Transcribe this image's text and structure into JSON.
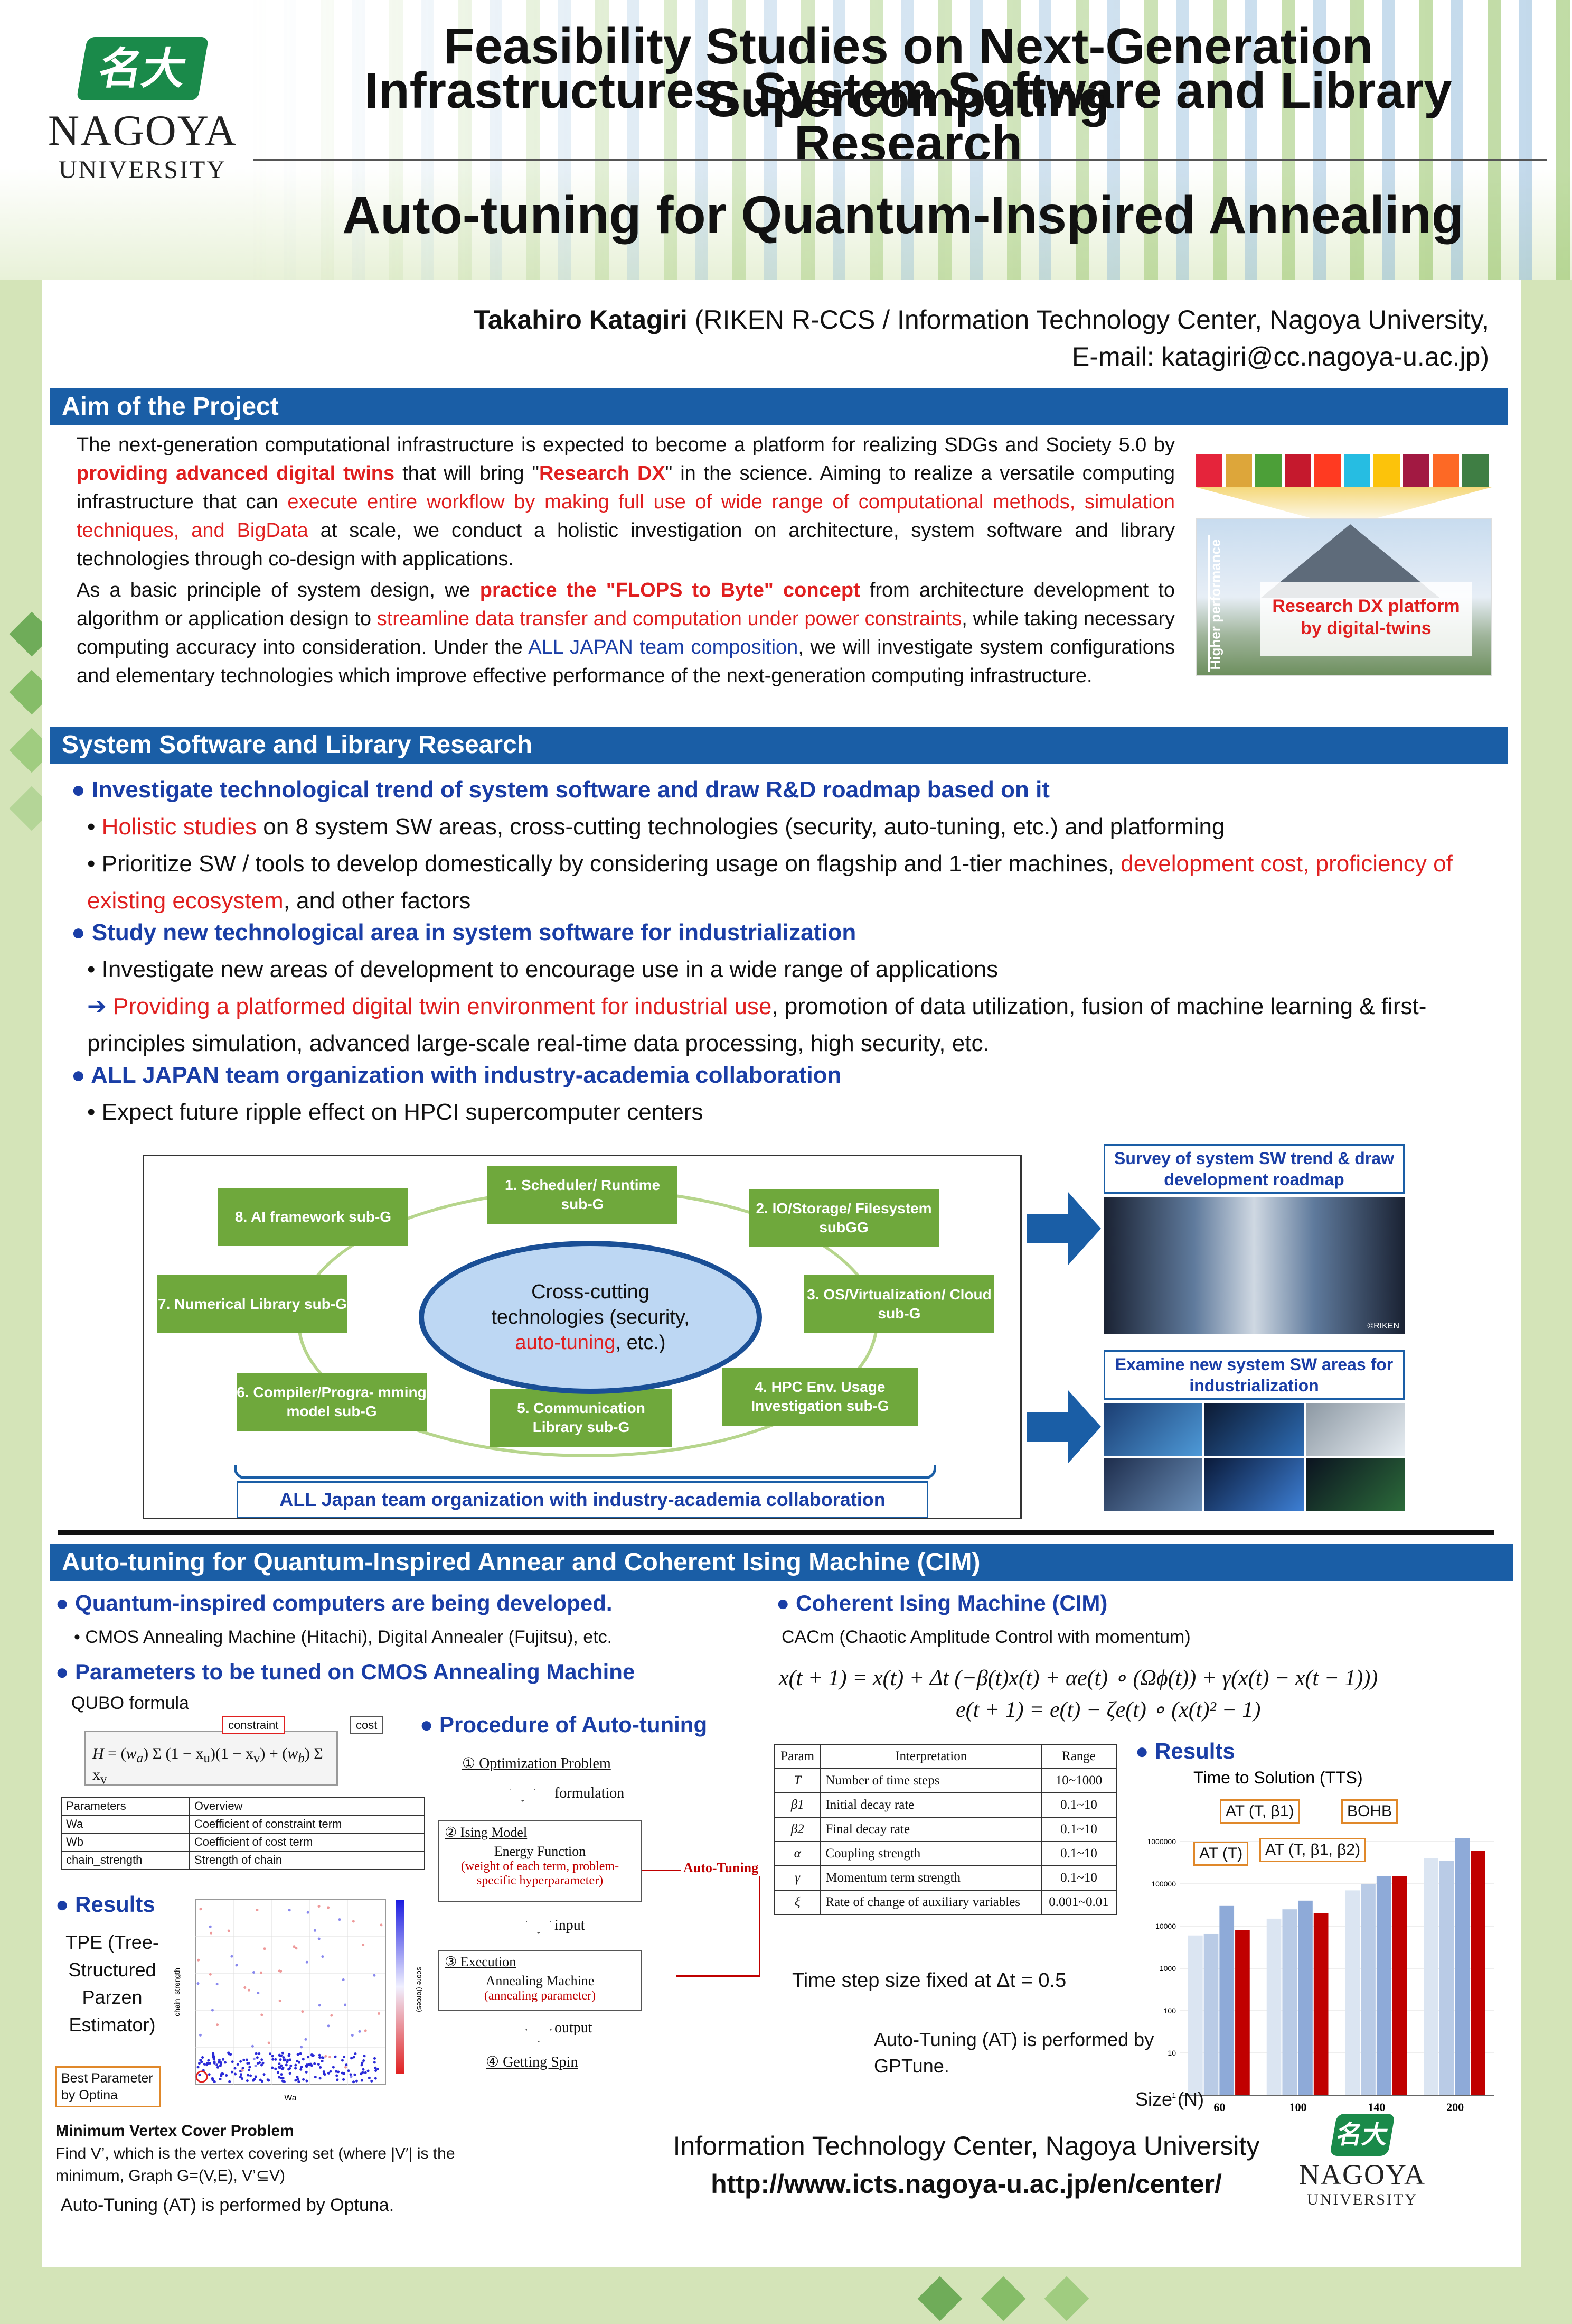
{
  "header": {
    "title_line1": "Feasibility Studies on Next-Generation Supercomputing",
    "title_line2": "Infrastructures: System Software and Library Research",
    "subtitle": "Auto-tuning for Quantum-Inspired Annealing",
    "logo_mark": "名大",
    "logo_name": "NAGOYA",
    "logo_sub": "UNIVERSITY"
  },
  "author": {
    "name": "Takahiro Katagiri",
    "affiliation": " (RIKEN R-CCS / Information Technology Center, Nagoya University,",
    "email": "E-mail: katagiri@cc.nagoya-u.ac.jp)"
  },
  "aim": {
    "heading": "Aim of the Project",
    "p1": {
      "t1": "The next-generation computational infrastructure is expected to become a platform for realizing SDGs and Society 5.0 by ",
      "r1": "providing advanced digital twins",
      "t2": " that will bring \"",
      "r2": "Research DX",
      "t3": "\" in the science. Aiming to realize a versatile computing infrastructure that can ",
      "r3": "execute entire workflow by making full use of wide range of computational methods, simulation techniques, and BigData",
      "t4": " at scale, we conduct a holistic investigation on  architecture, system software and library technologies through co-design with applications."
    },
    "p2": {
      "t1": "As a basic principle of system design, we ",
      "r1": "practice the \"FLOPS to Byte\" concept",
      "t2": " from architecture development to algorithm or application design to ",
      "r2": "streamline data transfer and computation under power constraints",
      "t3": ", while taking necessary computing accuracy into consideration. Under the ",
      "b1": "ALL JAPAN team composition",
      "t4": ", we will investigate system configurations and elementary technologies which improve effective performance of the next-generation computing infrastructure."
    },
    "image": {
      "dx_line1": "Research DX platform",
      "dx_line2": "by digital-twins",
      "axis_label": "Higher performance"
    }
  },
  "sys": {
    "heading": "System Software and Library Research",
    "b1": "Investigate technological trend of system software and draw R&D roadmap based on it",
    "b1_1_red": "Holistic studies",
    "b1_1_rest": " on 8 system SW areas, cross-cutting technologies (security, auto-tuning, etc.) and platforming",
    "b1_2_start": "Prioritize SW / tools to develop domestically by considering usage on flagship and 1-tier machines, ",
    "b1_2_red": "development cost, proficiency of existing ecosystem",
    "b1_2_end": ", and other factors",
    "b2": "Study new technological area in system software for industrialization",
    "b2_1": "Investigate new areas of development to encourage use in a wide range of applications",
    "b2_2_red": "Providing a platformed digital twin environment for industrial use",
    "b2_2_rest": ", promotion of data utilization, fusion of machine learning & first-principles simulation, advanced large-scale real-time data processing, high security, etc.",
    "b3": "ALL JAPAN team organization with industry-academia collaboration",
    "b3_1": "Expect future ripple effect on HPCI supercomputer centers"
  },
  "diagram": {
    "subgroups": [
      "1. Scheduler/ Runtime sub-G",
      "2. IO/Storage/ Filesystem subGG",
      "3. OS/Virtualization/ Cloud sub-G",
      "4. HPC Env. Usage Investigation sub-G",
      "5. Communication Library sub-G",
      "6. Compiler/Progra- mming model sub-G",
      "7. Numerical Library sub-G",
      "8. AI framework sub-G"
    ],
    "cross_line1": "Cross-cutting",
    "cross_line2": "technologies (security,",
    "cross_red": "auto-tuning",
    "cross_end": ", etc.)",
    "team": "ALL Japan team organization with industry-academia collaboration",
    "right1": "Survey of system SW trend & draw development roadmap",
    "right2": "Examine new system SW areas for industrialization",
    "photo_credit": "©RIKEN"
  },
  "at": {
    "heading": "Auto-tuning for Quantum-Inspired Annear and Coherent Ising Machine (CIM)",
    "q1": "Quantum-inspired computers are being developed.",
    "q1_1": "CMOS Annealing Machine (Hitachi), Digital Annealer (Fujitsu), etc.",
    "q2": "Parameters to be tuned on CMOS Annealing Machine",
    "qubo_label": "QUBO formula",
    "qubo_constraint": "constraint",
    "qubo_cost": "cost",
    "param_table": {
      "headers": [
        "Parameters",
        "Overview"
      ],
      "rows": [
        [
          "Wa",
          "Coefficient of constraint term"
        ],
        [
          "Wb",
          "Coefficient of cost term"
        ],
        [
          "chain_strength",
          "Strength of chain"
        ]
      ]
    },
    "results_left": "Results",
    "tpe": [
      "TPE (Tree-",
      "Structured",
      "Parzen",
      "Estimator)"
    ],
    "best_param": "Best Parameter by Optina",
    "scatter_xlabel": "Wa",
    "scatter_ylabel": "chain_strength",
    "scatter_cbar": "score (forces)",
    "mvc_title": "Minimum Vertex Cover Problem",
    "mvc_text": "Find V’, which is the vertex covering set (where |V′| is the minimum, Graph G=(V,E), V’⊆V)",
    "optuna": "Auto-Tuning (AT) is performed by Optuna.",
    "procedure": "Procedure of Auto-tuning",
    "proc_steps": [
      "① Optimization Problem",
      "formulation",
      "② Ising Model",
      "Energy Function",
      "(weight of each term, problem-specific hyperparameter)",
      "input",
      "③ Execution",
      "Annealing Machine",
      "(annealing parameter)",
      "output",
      "④ Getting Spin"
    ],
    "auto_tuning_label": "Auto-Tuning",
    "cim": "Coherent Ising Machine (CIM)",
    "cacm": "CACm (Chaotic Amplitude Control with momentum)",
    "eq1": "x(t + 1) = x(t) + Δt (−β(t)x(t) + αe(t) ∘ (Ωϕ(t)) + γ(x(t) − x(t − 1)))",
    "eq2": "e(t + 1) = e(t) − ζe(t) ∘ (x(t)² − 1)",
    "cim_table": {
      "headers": [
        "Param",
        "Interpretation",
        "Range"
      ],
      "rows": [
        [
          "T",
          "Number of time steps",
          "10~1000"
        ],
        [
          "β1",
          "Initial decay rate",
          "0.1~10"
        ],
        [
          "β2",
          "Final decay rate",
          "0.1~10"
        ],
        [
          "α",
          "Coupling strength",
          "0.1~10"
        ],
        [
          "γ",
          "Momentum term strength",
          "0.1~10"
        ],
        [
          "ξ",
          "Rate of change of auxiliary variables",
          "0.001~0.01"
        ]
      ]
    },
    "timestep": "Time step size fixed at Δt = 0.5",
    "results_right": "Results",
    "gptune": "Auto-Tuning (AT) is performed by GPTune.",
    "size_label": "Size (N)",
    "chart_labels": {
      "at_t": "AT (T)",
      "at_tb1": "AT (T, β1)",
      "at_tb1b2": "AT (T, β1, β2)",
      "bohb": "BOHB"
    }
  },
  "chart_data": {
    "type": "bar",
    "title": "Time to Solution (TTS)",
    "xlabel": "Size (N)",
    "ylabel": "",
    "categories": [
      "60",
      "100",
      "140",
      "200"
    ],
    "yscale": "log",
    "ylim": [
      1,
      10000000
    ],
    "yticks": [
      "1",
      "10",
      "100",
      "1000",
      "10000",
      "100000",
      "1000000"
    ],
    "series": [
      {
        "name": "AT (T)",
        "color": "#dbe5f2",
        "values": [
          6000,
          15000,
          70000,
          400000
        ]
      },
      {
        "name": "AT (T, β1)",
        "color": "#b9cbe6",
        "values": [
          6500,
          25000,
          100000,
          350000
        ]
      },
      {
        "name": "AT (T, β1, β2)",
        "color": "#8eaad8",
        "values": [
          30000,
          40000,
          150000,
          1200000
        ]
      },
      {
        "name": "BOHB",
        "color": "#c00000",
        "values": [
          8000,
          20000,
          150000,
          600000
        ]
      }
    ]
  },
  "footer": {
    "line1": "Information Technology Center, Nagoya University",
    "line2": "http://www.icts.nagoya-u.ac.jp/en/center/"
  }
}
